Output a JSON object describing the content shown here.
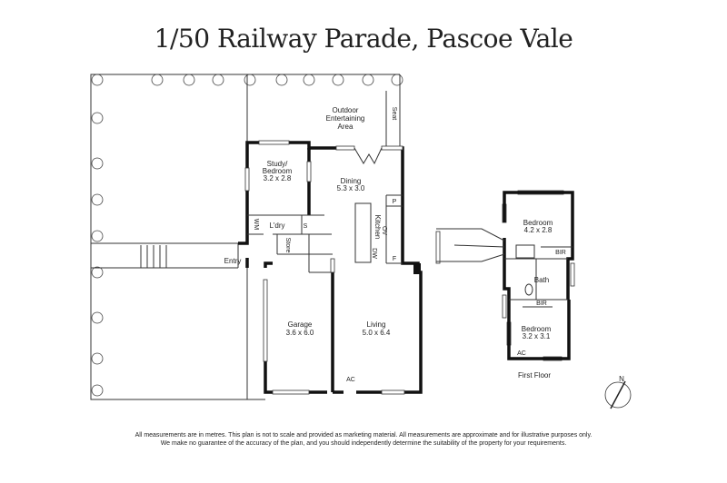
{
  "title": "1/50 Railway Parade, Pascoe Vale",
  "ground_floor": {
    "rooms": [
      {
        "name": "Outdoor",
        "name2": "Entertaining",
        "name3": "Area"
      },
      {
        "name": "Study/",
        "name2": "Bedroom",
        "size": "3.2 x 2.8"
      },
      {
        "name": "Dining",
        "size": "5.3 x 3.0"
      },
      {
        "name": "Kitchen"
      },
      {
        "name": "L'dry"
      },
      {
        "name": "Entry"
      },
      {
        "name": "Garage",
        "size": "3.6 x 6.0"
      },
      {
        "name": "Living",
        "size": "5.0 x 6.4"
      }
    ],
    "fixtures": {
      "seat": "Seat",
      "wm": "WM",
      "s": "S",
      "store": "Store",
      "p": "P",
      "ov": "OV",
      "dw": "DW",
      "f": "F",
      "ac": "AC"
    }
  },
  "first_floor": {
    "label": "First Floor",
    "rooms": [
      {
        "name": "Bedroom",
        "size": "4.2 x 2.8"
      },
      {
        "name": "Bath"
      },
      {
        "name": "Bedroom",
        "size": "3.2 x 3.1"
      }
    ],
    "fixtures": {
      "bir1": "BIR",
      "bir2": "BIR",
      "ac": "AC"
    }
  },
  "compass": {
    "label": "N",
    "icon": "north-arrow-icon"
  },
  "disclaimer": {
    "line1": "All measurements are in metres. This plan is not to scale and provided as marketing material. All measurements are approximate and for illustrative purposes only.",
    "line2": "We make no guarantee of the accuracy of the plan, and you should independently determine the suitability of the property for your requirements."
  }
}
